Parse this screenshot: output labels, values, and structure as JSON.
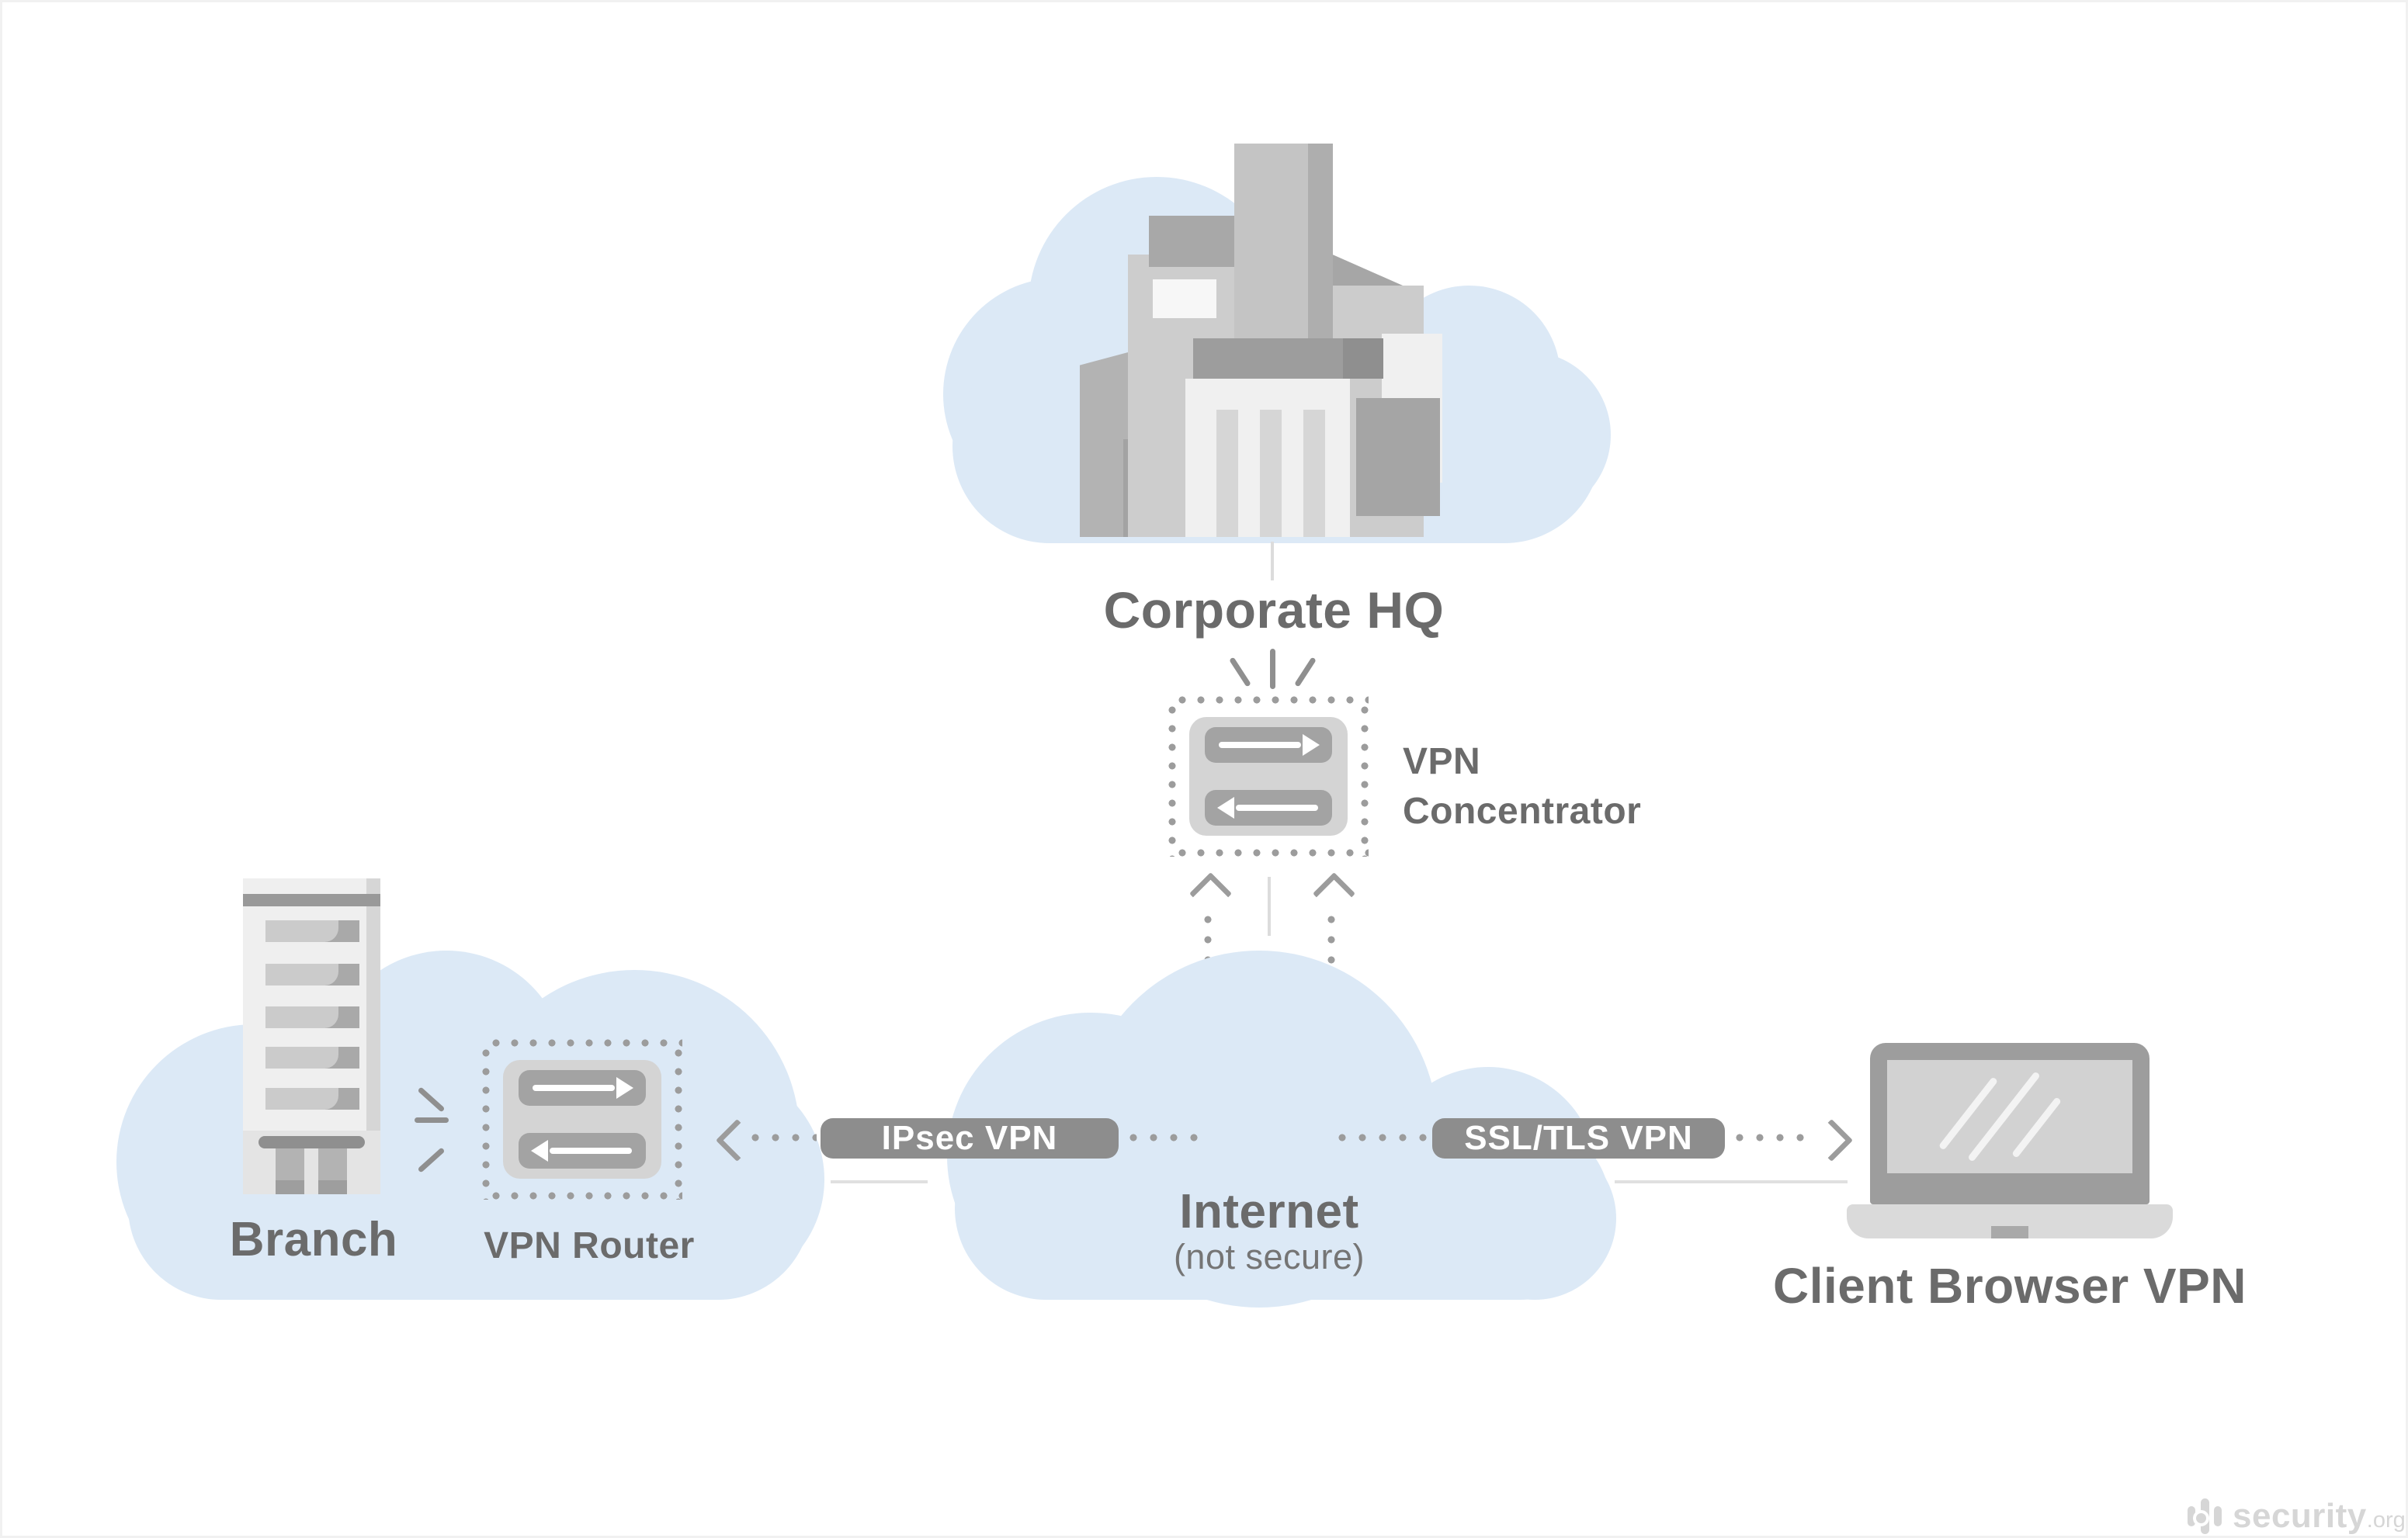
{
  "diagram": {
    "corporate_hq_label": "Corporate HQ",
    "vpn_concentrator_label": "VPN Concentrator",
    "branch_label": "Branch",
    "vpn_router_label": "VPN Router",
    "internet_label": "Internet",
    "internet_sublabel": "(not secure)",
    "client_label": "Client Browser VPN",
    "ipsec_badge_label": "IPsec VPN",
    "ssl_badge_label": "SSL/TLS VPN"
  },
  "watermark": {
    "name": "security",
    "tld": ".org"
  },
  "colors": {
    "cloud_blue": "#dce9f6",
    "dot_gray": "#9c9c9c",
    "badge_gray": "#8d8d8d",
    "label_gray": "#6b6b6b",
    "device_body": "#d4d4d4",
    "device_bar": "#a3a3a3",
    "arrow_white": "#ffffff"
  },
  "icons": [
    "cloud-icon",
    "office-building-icon",
    "branch-building-icon",
    "vpn-device-icon",
    "arrow-right-icon",
    "arrow-left-icon",
    "chevron-up-icon",
    "chevron-left-icon",
    "chevron-right-icon",
    "laptop-icon",
    "signal-rays-icon",
    "security-org-logo-icon"
  ]
}
